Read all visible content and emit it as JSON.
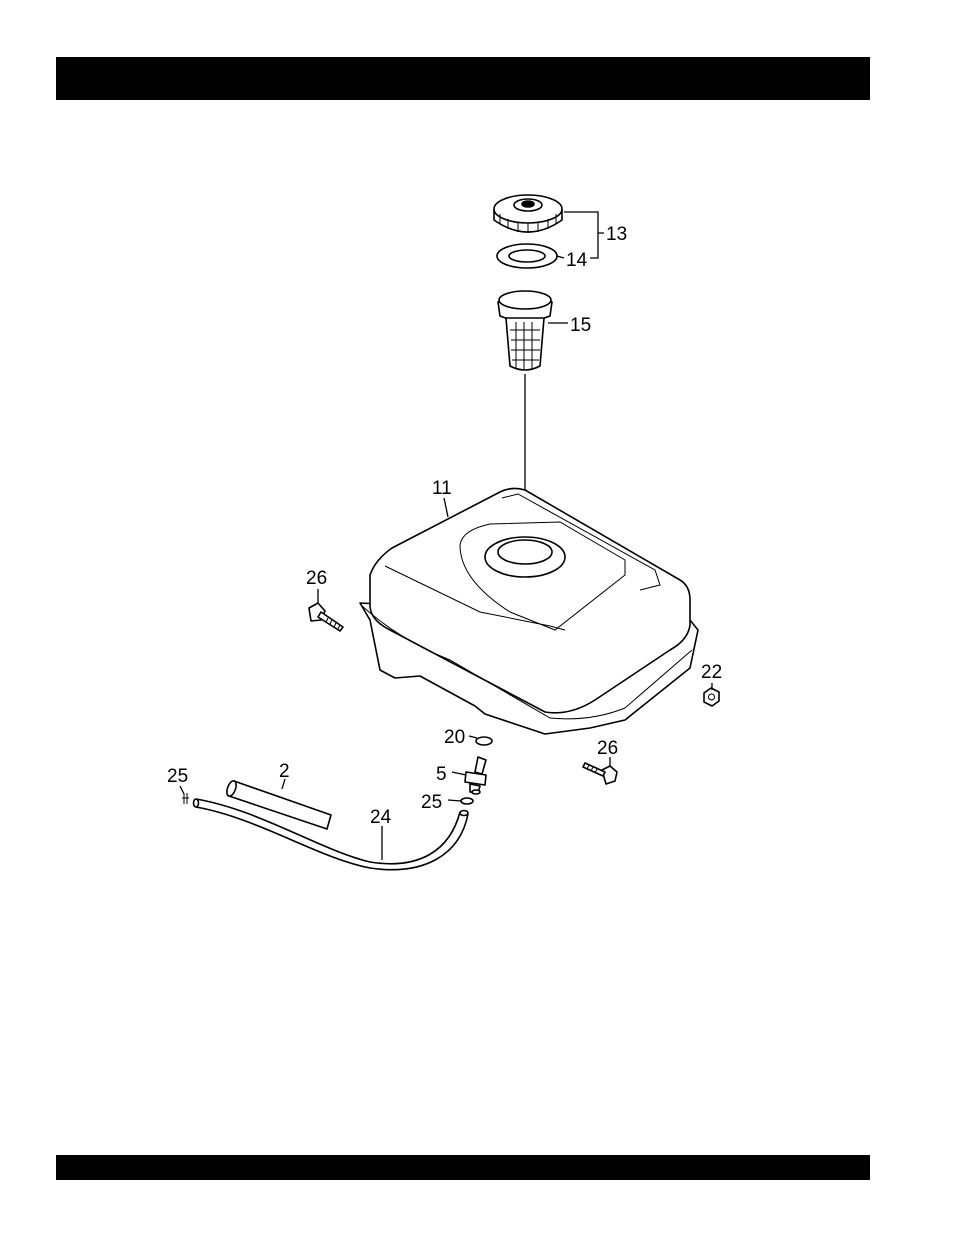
{
  "header_bar": {
    "color": "#000000"
  },
  "footer_bar": {
    "color": "#000000"
  },
  "callouts": {
    "cap": "13",
    "cap_seal": "14",
    "filter": "15",
    "tank": "11",
    "bolt_left": "26",
    "bolt_right": "26",
    "nut": "22",
    "washer": "20",
    "valve": "5",
    "clip_valve": "25",
    "clip_left": "25",
    "hose_short": "2",
    "hose_long": "24"
  }
}
